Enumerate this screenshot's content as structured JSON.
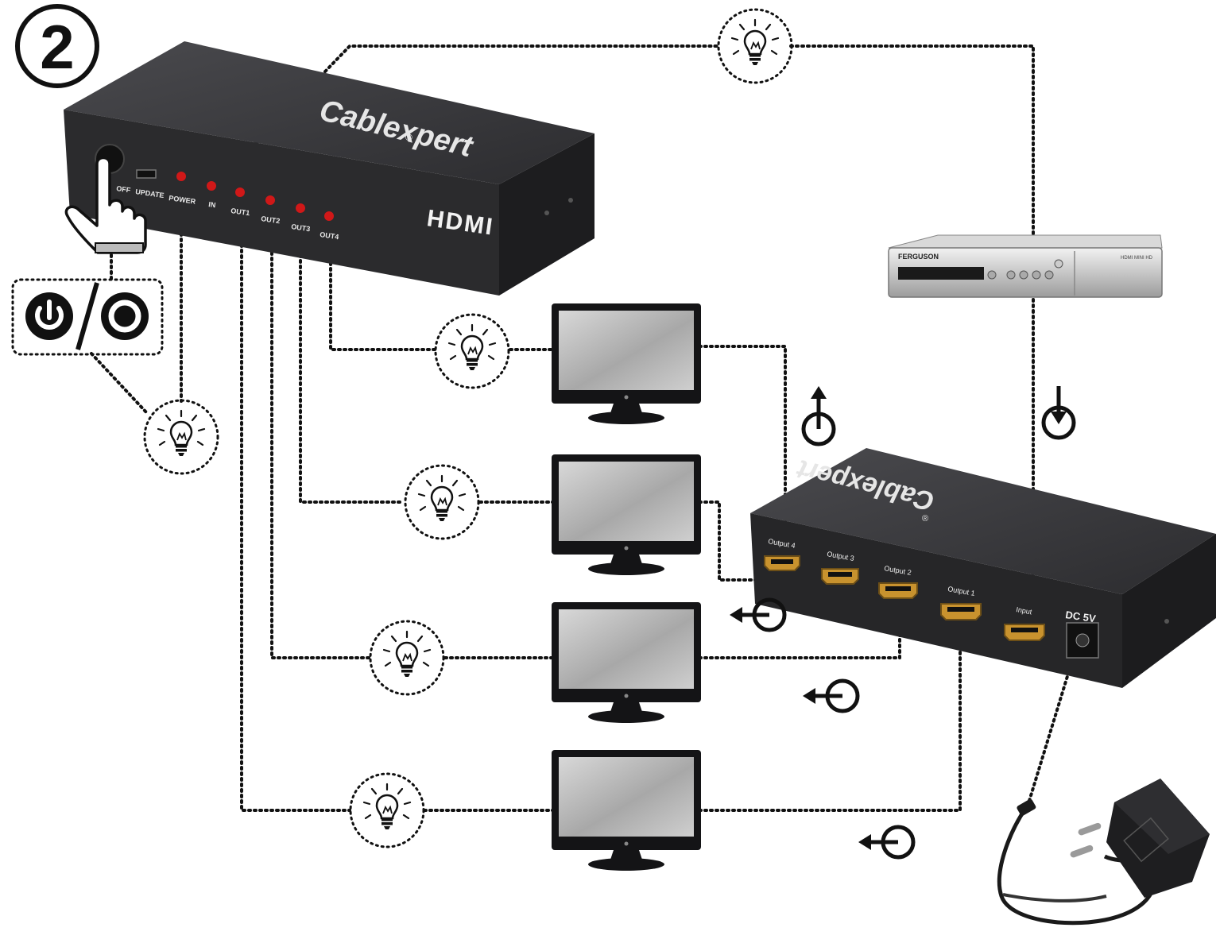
{
  "step_number": "2",
  "splitter_front": {
    "brand": "Cablexpert",
    "registered_mark": "®",
    "hdmi_logo": "HDMI",
    "button_labels": [
      "OFF",
      "UPDATE"
    ],
    "led_labels": [
      "POWER",
      "IN",
      "OUT1",
      "OUT2",
      "OUT3",
      "OUT4"
    ]
  },
  "splitter_back": {
    "brand": "Cablexpert",
    "registered_mark": "®",
    "ports": [
      "Output 4",
      "Output 3",
      "Output 2",
      "Output 1",
      "Input"
    ],
    "power_label": "DC 5V"
  },
  "receiver": {
    "brand": "FERGUSON",
    "model": "HDMI MINI HD"
  },
  "icons": {
    "power_symbols": [
      "power-standby-icon",
      "power-on-ring-icon"
    ],
    "bulb": "lightbulb-icon",
    "monitor": "monitor-icon",
    "plug_out_arrow": "plug-out-arrow-icon",
    "plug_in_arrow": "plug-in-arrow-icon",
    "adapter": "power-adapter-icon",
    "hand": "hand-pointer-icon"
  },
  "colors": {
    "device_body": "#2b2b2d",
    "device_top": "#3a3a3d",
    "led": "#d01818",
    "hdmi_port": "#c8922e",
    "line": "#111111"
  }
}
